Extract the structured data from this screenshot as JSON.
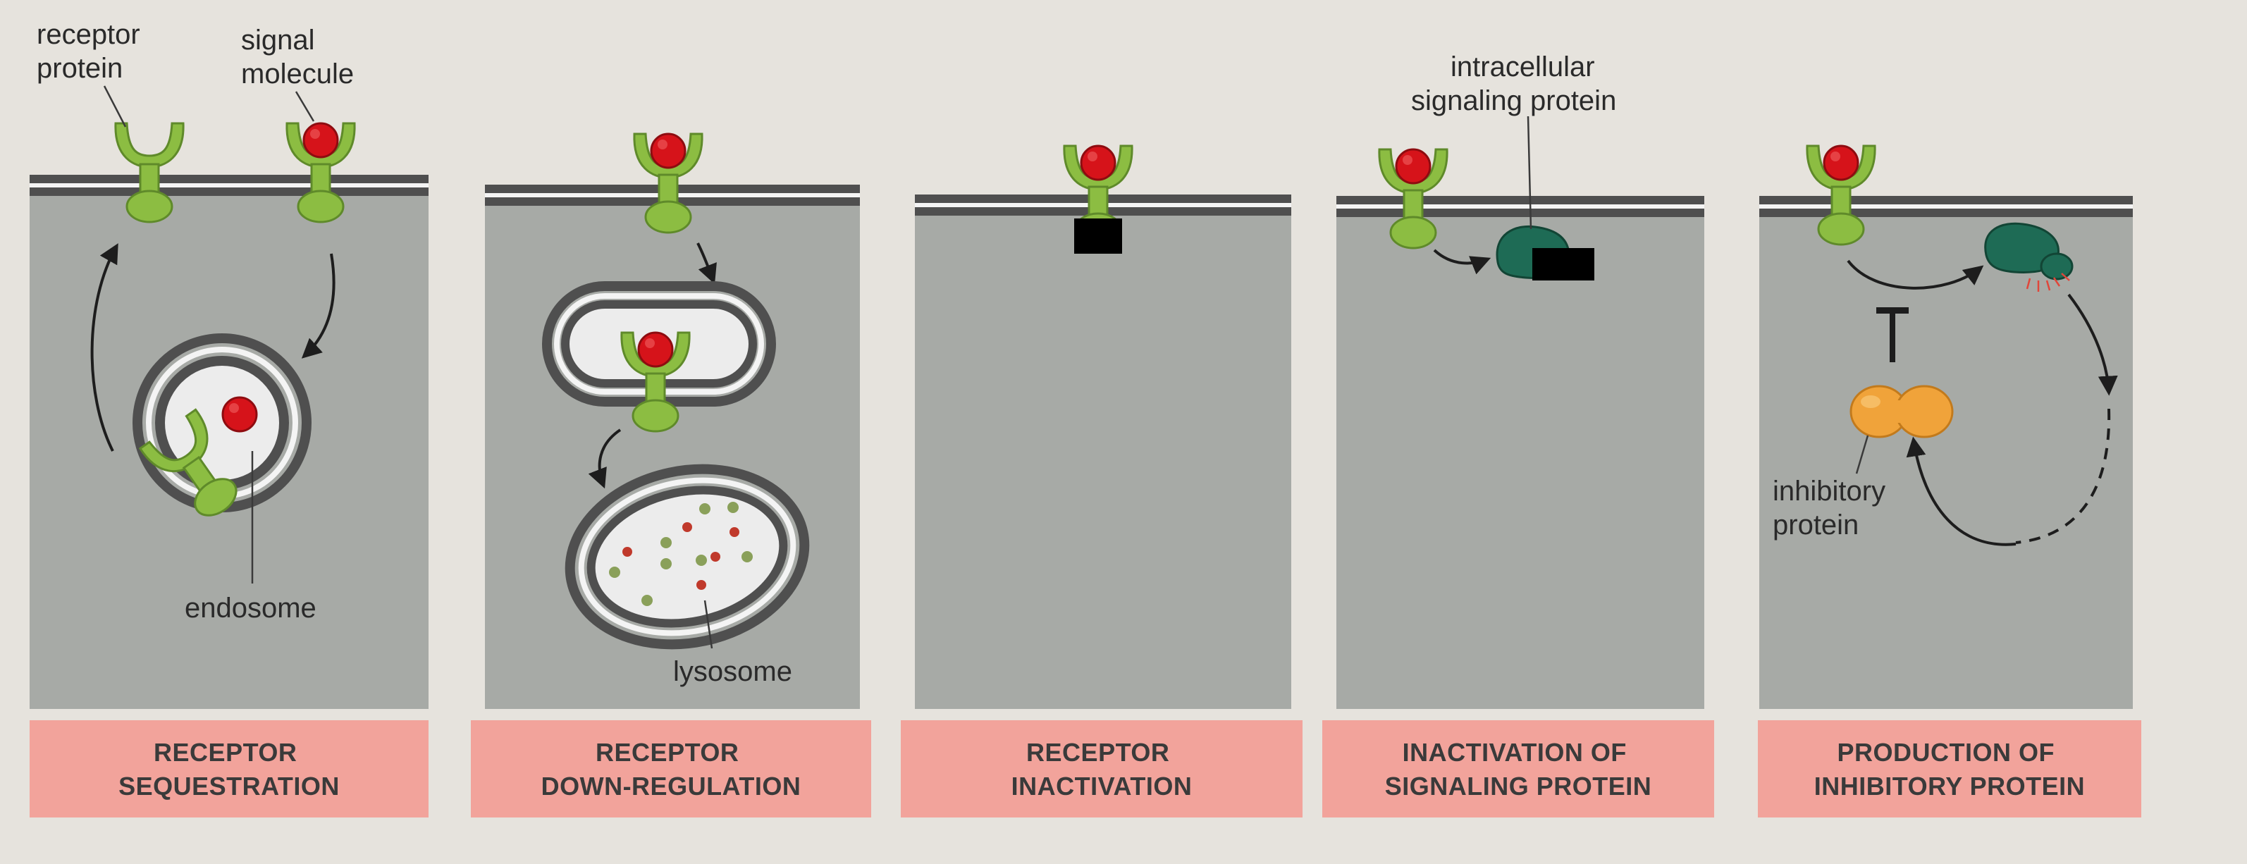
{
  "colors": {
    "background": "#e6e3dd",
    "cytoplasm": "#a7aaa6",
    "membrane": "#4f4f4f",
    "receptor": "#8cbd42",
    "signal_molecule": "#d6131a",
    "intracellular_protein": "#1e6b55",
    "inhibitory_protein": "#f0a33a",
    "caption_bar": "#f2a39b"
  },
  "labels": {
    "receptor_protein": [
      "receptor",
      "protein"
    ],
    "signal_molecule": [
      "signal",
      "molecule"
    ],
    "endosome": "endosome",
    "lysosome": "lysosome",
    "intracellular_signaling_protein": [
      "intracellular",
      "signaling protein"
    ],
    "inhibitory_protein": [
      "inhibitory",
      "protein"
    ]
  },
  "panels": [
    {
      "caption": [
        "RECEPTOR",
        "SEQUESTRATION"
      ]
    },
    {
      "caption": [
        "RECEPTOR",
        "DOWN-REGULATION"
      ]
    },
    {
      "caption": [
        "RECEPTOR",
        "INACTIVATION"
      ]
    },
    {
      "caption": [
        "INACTIVATION OF",
        "SIGNALING PROTEIN"
      ]
    },
    {
      "caption": [
        "PRODUCTION OF",
        "INHIBITORY PROTEIN"
      ]
    }
  ]
}
